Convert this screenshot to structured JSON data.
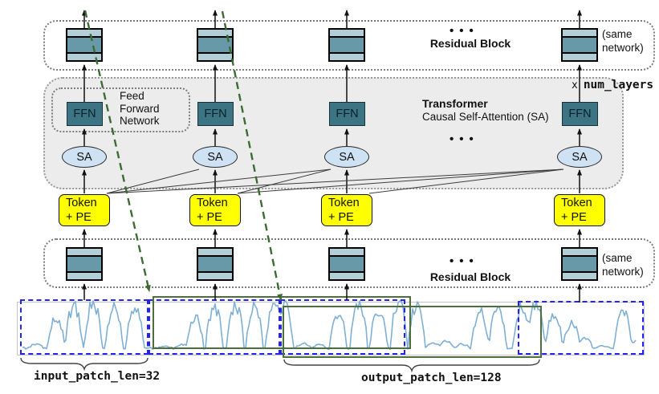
{
  "top_block": {
    "ellipsis": "•••",
    "label": "Residual Block",
    "note": "(same network)"
  },
  "transformer": {
    "title": "Transformer",
    "subtitle": "Causal Self-Attention (SA)",
    "ellipsis": "•••",
    "multiplier_prefix": "x",
    "multiplier": "num_layers",
    "ffn_label": "FFN",
    "ffn_note": "Feed Forward Network",
    "sa_label": "SA",
    "token_line1": "Token",
    "token_line2": "+ PE"
  },
  "bottom_block": {
    "ellipsis": "•••",
    "label": "Residual Block",
    "note": "(same network)"
  },
  "series": {
    "input_label": "input_patch_len=32",
    "output_label": "output_patch_len=128"
  },
  "colors": {
    "residual_light": "#b2cfd8",
    "residual_dark": "#6899a9",
    "ffn_fill": "#3d7484",
    "sa_fill": "#cfe2f3",
    "token_fill": "#ffff00",
    "transformer_bg": "#ececec",
    "green_arrow": "#3c6b33",
    "green_box": "#4d6f3e",
    "blue_box": "#2323e9",
    "waveform": "#7fb0d4",
    "arrow": "#111111",
    "attention_line": "#3c3c3c"
  },
  "waveform": {
    "baseline_y": 437,
    "start_x": 28,
    "end_x": 793,
    "peaks": [
      [
        45,
        8
      ],
      [
        70,
        42
      ],
      [
        92,
        55
      ],
      [
        116,
        60
      ],
      [
        142,
        52
      ],
      [
        168,
        56
      ],
      [
        205,
        6
      ],
      [
        226,
        8
      ],
      [
        243,
        40
      ],
      [
        267,
        52
      ],
      [
        293,
        56
      ],
      [
        317,
        52
      ],
      [
        342,
        58
      ],
      [
        354,
        60
      ],
      [
        378,
        9
      ],
      [
        398,
        7
      ],
      [
        421,
        46
      ],
      [
        447,
        58
      ],
      [
        472,
        52
      ],
      [
        497,
        58
      ],
      [
        519,
        58
      ],
      [
        540,
        10
      ],
      [
        556,
        12
      ],
      [
        576,
        8
      ],
      [
        598,
        48
      ],
      [
        620,
        52
      ],
      [
        650,
        55
      ],
      [
        668,
        58
      ],
      [
        690,
        46
      ],
      [
        712,
        34
      ],
      [
        728,
        16
      ],
      [
        752,
        6
      ],
      [
        776,
        54
      ],
      [
        791,
        12
      ]
    ]
  }
}
